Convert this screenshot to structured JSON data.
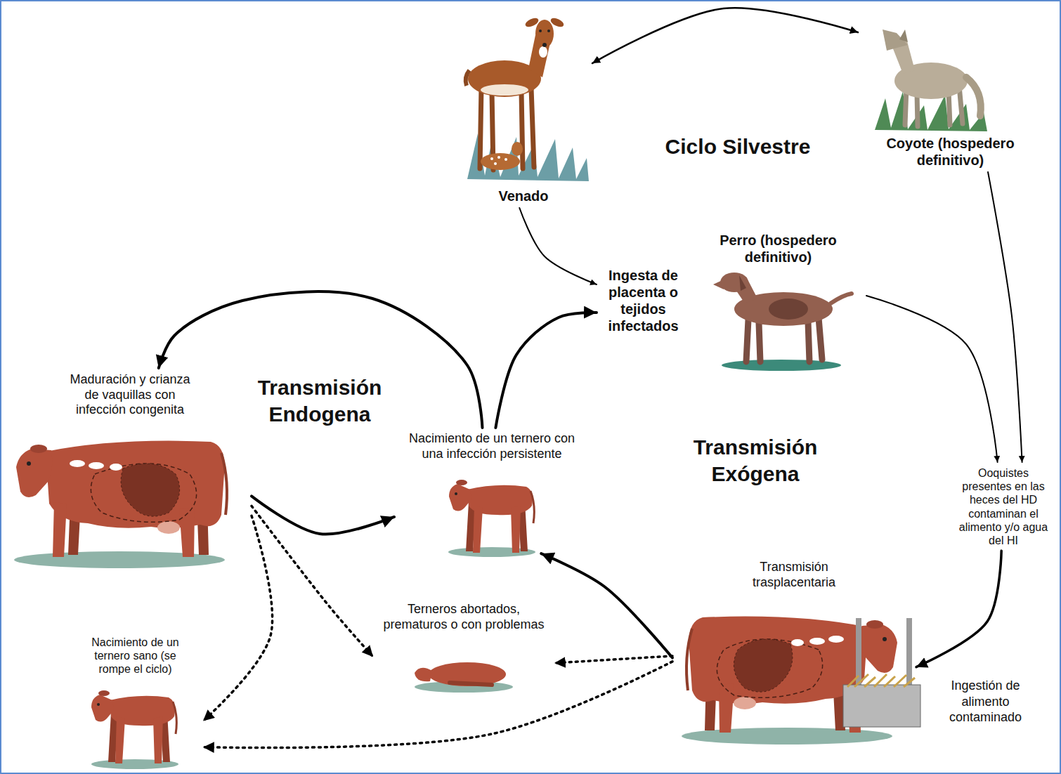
{
  "diagram": {
    "nodes": [
      {
        "text": [
          "Venado"
        ]
      },
      {
        "text": [
          "Coyote (hospedero definitivo)"
        ]
      },
      {
        "text": [
          "Ingesta de placenta o tejidos infectados"
        ]
      },
      {
        "text": [
          "Perro (hospedero definitivo)"
        ]
      },
      {
        "text": [
          "Maduración y crianza de vaquillas con infección congenita"
        ]
      },
      {
        "text": [
          "Nacimiento de un ternero con una infección persistente"
        ]
      },
      {
        "text": [
          "Ooquistes presentes en las heces del HD contaminan el alimento y/o agua del HI"
        ]
      },
      {
        "text": [
          "Terneros abortados, prematuros o con problemas"
        ]
      },
      {
        "text": [
          "Transmisión trasplacentaria"
        ]
      },
      {
        "text": [
          "Nacimiento de un ternero sano (se rompe el ciclo)"
        ]
      }
    ],
    "edges": [
      {
        "from": 0,
        "to": 1,
        "arrow": "both"
      },
      {
        "from": 0,
        "to": 2,
        "arrow": "to"
      },
      {
        "from": 1,
        "to": 6,
        "arrow": "to"
      },
      {
        "from": 3,
        "to": 6,
        "arrow": "to"
      },
      {
        "from": 6,
        "to": 8,
        "arrow": "to"
      },
      {
        "from": 8,
        "to": 5,
        "arrow": "to"
      },
      {
        "from": 8,
        "to": 7,
        "arrow": "to"
      },
      {
        "from": 8,
        "to": 9,
        "arrow": "to"
      },
      {
        "from": 4,
        "to": 5,
        "arrow": "to"
      },
      {
        "from": 4,
        "to": 7,
        "arrow": "to"
      },
      {
        "from": 4,
        "to": 9,
        "arrow": "to"
      },
      {
        "from": 5,
        "to": 4,
        "arrow": "to"
      },
      {
        "from": 5,
        "to": 2,
        "arrow": "to"
      }
    ],
    "labels": [
      "Ciclo Silvestre",
      "Transmisión Endogena",
      "Transmisión Exógena",
      "Ingestión de alimento contaminado"
    ]
  }
}
